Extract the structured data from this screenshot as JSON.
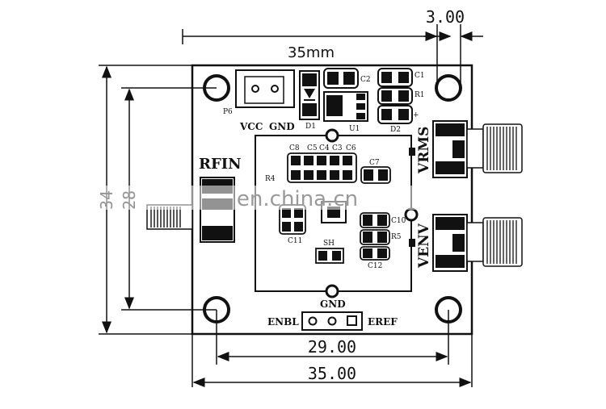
{
  "dimensions": {
    "top_width": "35mm",
    "top_offset": "3.00",
    "left_height_outer": "34",
    "left_height_inner": "28",
    "bottom_inner": "29.00",
    "bottom_outer": "35.00"
  },
  "silkscreen": {
    "p6": "P6",
    "vcc": "VCC",
    "gnd_top": "GND",
    "d1": "D1",
    "u1": "U1",
    "d2": "D2",
    "c2": "C2",
    "c1": "C1",
    "r1": "R1",
    "plus": "+",
    "rfin": "RFIN",
    "vrms": "VRMS",
    "venv": "VENV",
    "c8": "C8",
    "c5": "C5",
    "c4": "C4",
    "c3": "C3",
    "c6": "C6",
    "c7": "C7",
    "r4": "R4",
    "c10": "C10",
    "r5": "R5",
    "c11": "C11",
    "c12": "C12",
    "sh": "SH",
    "gnd_bottom": "GND",
    "enbl": "ENBL",
    "eref": "EREF"
  },
  "watermark": "en.china.cn"
}
